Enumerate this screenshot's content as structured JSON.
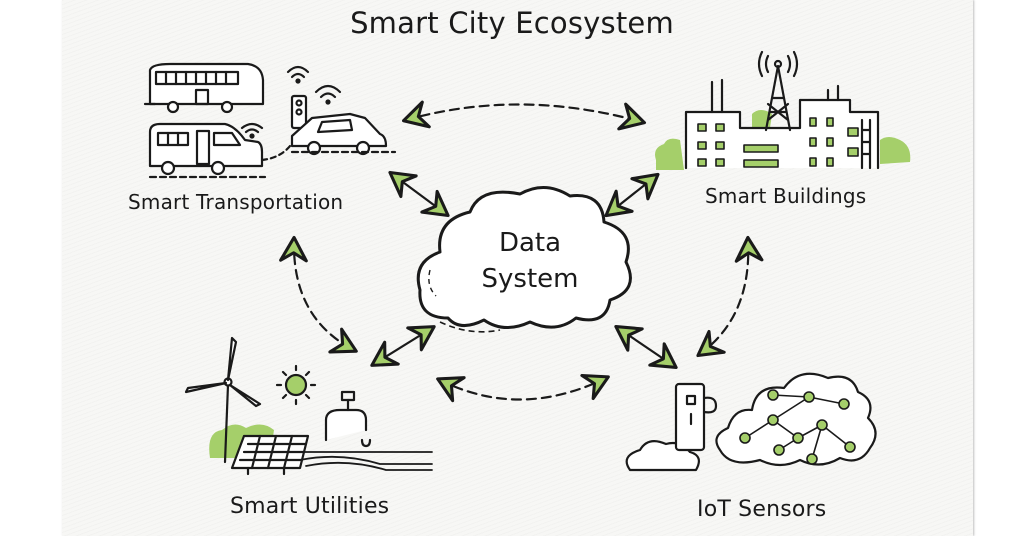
{
  "title": "Smart City Ecosystem",
  "center": {
    "line1": "Data",
    "line2": "System"
  },
  "nodes": {
    "transportation": {
      "label": "Smart Transportation",
      "icons": [
        "bus-icon",
        "van-icon",
        "car-icon",
        "traffic-light-icon",
        "wifi-icon"
      ]
    },
    "buildings": {
      "label": "Smart Buildings",
      "icons": [
        "building-icon",
        "antenna-tower-icon",
        "tree-icon"
      ]
    },
    "utilities": {
      "label": "Smart Utilities",
      "icons": [
        "wind-turbine-icon",
        "sun-icon",
        "solar-panel-icon",
        "water-tap-icon"
      ]
    },
    "iot": {
      "label": "IoT Sensors",
      "icons": [
        "sensor-device-icon",
        "cloud-icon",
        "network-nodes-icon"
      ]
    }
  },
  "colors": {
    "ink": "#1a1a1a",
    "accent_green": "#8cc152",
    "paper": "#f7f7f5"
  }
}
